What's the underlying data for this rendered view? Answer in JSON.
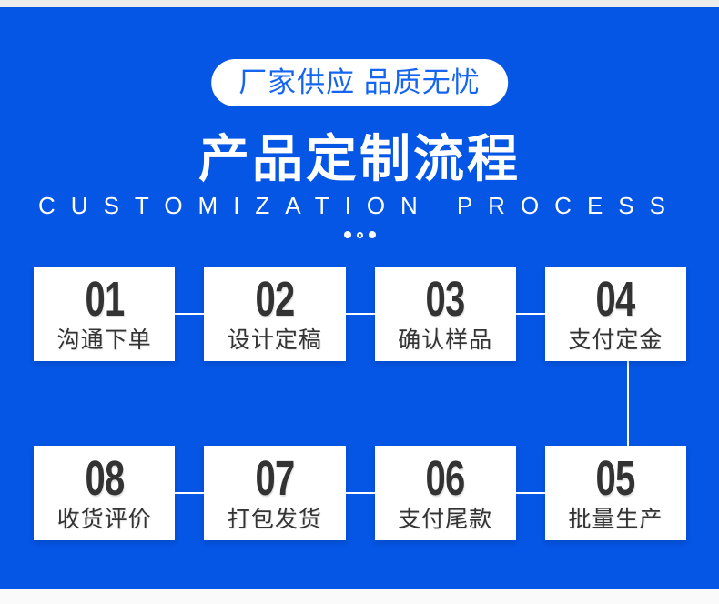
{
  "colors": {
    "bg": "#0556e4",
    "banner-text": "#1565f0",
    "title-text": "#ffffff",
    "step-text": "#333333",
    "connector": "#ffffff",
    "strip-top": "#ececec",
    "strip-bottom": "#fafafa"
  },
  "banner": {
    "text": "厂家供应 品质无忧"
  },
  "header": {
    "title": "产品定制流程",
    "subtitle_word1": "CUSTOMIZATION",
    "subtitle_word2": "PROCESS"
  },
  "steps": {
    "row1": [
      {
        "number": "01",
        "label": "沟通下单"
      },
      {
        "number": "02",
        "label": "设计定稿"
      },
      {
        "number": "03",
        "label": "确认样品"
      },
      {
        "number": "04",
        "label": "支付定金"
      }
    ],
    "row2": [
      {
        "number": "08",
        "label": "收货评价"
      },
      {
        "number": "07",
        "label": "打包发货"
      },
      {
        "number": "06",
        "label": "支付尾款"
      },
      {
        "number": "05",
        "label": "批量生产"
      }
    ]
  }
}
